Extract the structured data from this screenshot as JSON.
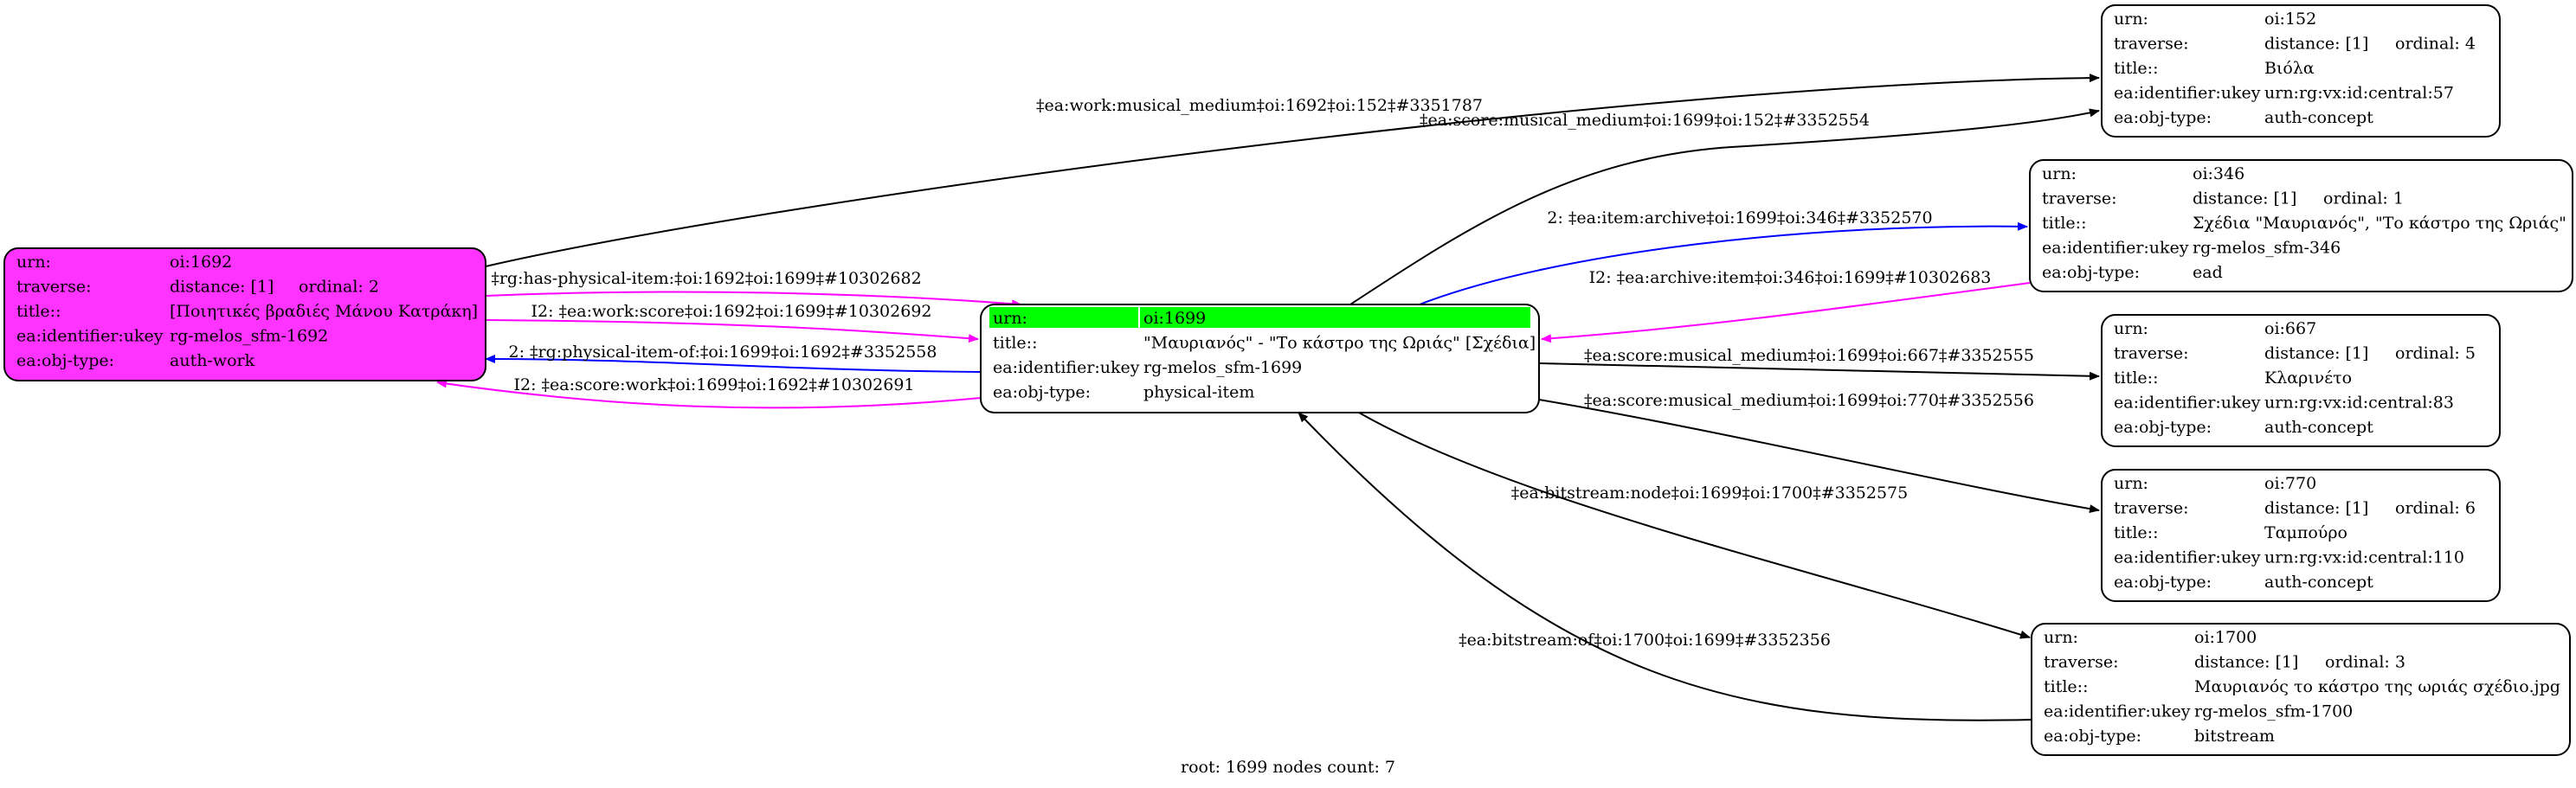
{
  "nodes": {
    "n1692": {
      "fill": "#ff33ff",
      "rows": [
        {
          "key": "urn:",
          "value": "oi:1692"
        },
        {
          "key": "traverse:",
          "value": "distance: [1]",
          "extra": "ordinal: 2"
        },
        {
          "key": "title::",
          "value": "[Ποιητικές βραδιές Μάνου Κατράκη]"
        },
        {
          "key": "ea:identifier:ukey",
          "value": "rg-melos_sfm-1692"
        },
        {
          "key": "ea:obj-type:",
          "value": "auth-work"
        }
      ]
    },
    "n1699": {
      "fill": "#ffffff",
      "highlight": "#00ff00",
      "rows": [
        {
          "key": "urn:",
          "value": "oi:1699"
        },
        {
          "key": "title::",
          "value": "\"Μαυριανός\" - \"Το κάστρο της Ωριάς\" [Σχέδια]"
        },
        {
          "key": "ea:identifier:ukey",
          "value": "rg-melos_sfm-1699"
        },
        {
          "key": "ea:obj-type:",
          "value": "physical-item"
        }
      ]
    },
    "n152": {
      "fill": "#ffffff",
      "rows": [
        {
          "key": "urn:",
          "value": "oi:152"
        },
        {
          "key": "traverse:",
          "value": "distance: [1]",
          "extra": "ordinal: 4"
        },
        {
          "key": "title::",
          "value": "Βιόλα"
        },
        {
          "key": "ea:identifier:ukey",
          "value": "urn:rg:vx:id:central:57"
        },
        {
          "key": "ea:obj-type:",
          "value": "auth-concept"
        }
      ]
    },
    "n346": {
      "fill": "#ffffff",
      "rows": [
        {
          "key": "urn:",
          "value": "oi:346"
        },
        {
          "key": "traverse:",
          "value": "distance: [1]",
          "extra": "ordinal: 1"
        },
        {
          "key": "title::",
          "value": "Σχέδια \"Μαυριανός\", \"Το κάστρο της Ωριάς\""
        },
        {
          "key": "ea:identifier:ukey",
          "value": "rg-melos_sfm-346"
        },
        {
          "key": "ea:obj-type:",
          "value": "ead"
        }
      ]
    },
    "n667": {
      "fill": "#ffffff",
      "rows": [
        {
          "key": "urn:",
          "value": "oi:667"
        },
        {
          "key": "traverse:",
          "value": "distance: [1]",
          "extra": "ordinal: 5"
        },
        {
          "key": "title::",
          "value": "Κλαρινέτο"
        },
        {
          "key": "ea:identifier:ukey",
          "value": "urn:rg:vx:id:central:83"
        },
        {
          "key": "ea:obj-type:",
          "value": "auth-concept"
        }
      ]
    },
    "n770": {
      "fill": "#ffffff",
      "rows": [
        {
          "key": "urn:",
          "value": "oi:770"
        },
        {
          "key": "traverse:",
          "value": "distance: [1]",
          "extra": "ordinal: 6"
        },
        {
          "key": "title::",
          "value": "Ταμπούρο"
        },
        {
          "key": "ea:identifier:ukey",
          "value": "urn:rg:vx:id:central:110"
        },
        {
          "key": "ea:obj-type:",
          "value": "auth-concept"
        }
      ]
    },
    "n1700": {
      "fill": "#ffffff",
      "rows": [
        {
          "key": "urn:",
          "value": "oi:1700"
        },
        {
          "key": "traverse:",
          "value": "distance: [1]",
          "extra": "ordinal: 3"
        },
        {
          "key": "title::",
          "value": "Μαυριανός το κάστρο της ωριάς σχέδιο.jpg"
        },
        {
          "key": "ea:identifier:ukey",
          "value": "rg-melos_sfm-1700"
        },
        {
          "key": "ea:obj-type:",
          "value": "bitstream"
        }
      ]
    }
  },
  "edges": [
    {
      "id": "e1",
      "color": "#000000",
      "label": "‡ea:work:musical_medium‡oi:1692‡oi:152‡#3351787"
    },
    {
      "id": "e2",
      "color": "#000000",
      "label": "‡ea:score:musical_medium‡oi:1699‡oi:152‡#3352554"
    },
    {
      "id": "e3",
      "color": "#0000ff",
      "label": "2: ‡ea:item:archive‡oi:1699‡oi:346‡#3352570"
    },
    {
      "id": "e4",
      "color": "#ff00ff",
      "label": "I2: ‡ea:archive:item‡oi:346‡oi:1699‡#10302683"
    },
    {
      "id": "e5",
      "color": "#ff00ff",
      "label": "I2: ‡rg:has-physical-item:‡oi:1692‡oi:1699‡#10302682"
    },
    {
      "id": "e6",
      "color": "#ff00ff",
      "label": "I2: ‡ea:work:score‡oi:1692‡oi:1699‡#10302692"
    },
    {
      "id": "e7",
      "color": "#0000ff",
      "label": "2: ‡rg:physical-item-of:‡oi:1699‡oi:1692‡#3352558"
    },
    {
      "id": "e8",
      "color": "#ff00ff",
      "label": "I2: ‡ea:score:work‡oi:1699‡oi:1692‡#10302691"
    },
    {
      "id": "e9",
      "color": "#000000",
      "label": "‡ea:score:musical_medium‡oi:1699‡oi:667‡#3352555"
    },
    {
      "id": "e10",
      "color": "#000000",
      "label": "‡ea:score:musical_medium‡oi:1699‡oi:770‡#3352556"
    },
    {
      "id": "e11",
      "color": "#000000",
      "label": "‡ea:bitstream:node‡oi:1699‡oi:1700‡#3352575"
    },
    {
      "id": "e12",
      "color": "#000000",
      "label": "‡ea:bitstream:of‡oi:1700‡oi:1699‡#3352356"
    }
  ],
  "footer": "root: 1699 nodes count: 7"
}
